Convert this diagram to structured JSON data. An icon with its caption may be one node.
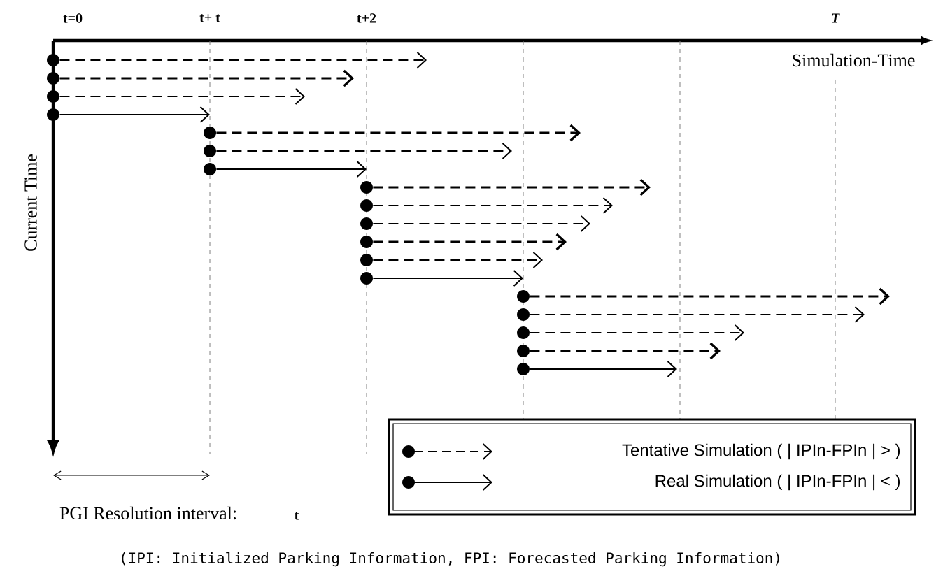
{
  "diagram": {
    "caption": "(IPI: Initialized Parking Information, FPI: Forecasted Parking Information)",
    "nodes": [
      {
        "text": [],
        "shape": "circle"
      },
      {
        "text": [],
        "shape": "circle"
      },
      {
        "text": [],
        "shape": "circle"
      },
      {
        "text": [],
        "shape": "circle"
      },
      {
        "text": [],
        "shape": "circle"
      },
      {
        "text": [],
        "shape": "circle"
      },
      {
        "text": [],
        "shape": "circle"
      },
      {
        "text": [],
        "shape": "circle"
      },
      {
        "text": [],
        "shape": "circle"
      },
      {
        "text": [],
        "shape": "circle"
      },
      {
        "text": [],
        "shape": "circle"
      },
      {
        "text": [],
        "shape": "circle"
      },
      {
        "text": [],
        "shape": "circle"
      },
      {
        "text": [],
        "shape": "circle"
      },
      {
        "text": [],
        "shape": "circle"
      },
      {
        "text": [],
        "shape": "circle"
      },
      {
        "text": [],
        "shape": "circle"
      },
      {
        "text": [],
        "shape": "circle"
      }
    ],
    "edges": [
      {
        "from": 0,
        "to": null,
        "arrow": "to",
        "style": "dashed"
      },
      {
        "from": 1,
        "to": null,
        "arrow": "to",
        "style": "dashed"
      },
      {
        "from": 2,
        "to": null,
        "arrow": "to",
        "style": "dashed"
      },
      {
        "from": 3,
        "to": 4,
        "arrow": "to"
      },
      {
        "from": 4,
        "to": null,
        "arrow": "to",
        "style": "dashed"
      },
      {
        "from": 5,
        "to": null,
        "arrow": "to",
        "style": "dashed"
      },
      {
        "from": 6,
        "to": 7,
        "arrow": "to"
      },
      {
        "from": 7,
        "to": null,
        "arrow": "to",
        "style": "dashed"
      },
      {
        "from": 8,
        "to": null,
        "arrow": "to",
        "style": "dashed"
      },
      {
        "from": 9,
        "to": null,
        "arrow": "to",
        "style": "dashed"
      },
      {
        "from": 10,
        "to": null,
        "arrow": "to",
        "style": "dashed"
      },
      {
        "from": 11,
        "to": null,
        "arrow": "to",
        "style": "dashed"
      },
      {
        "from": 12,
        "to": 13,
        "arrow": "to"
      },
      {
        "from": 13,
        "to": null,
        "arrow": "to",
        "style": "dashed"
      },
      {
        "from": 14,
        "to": null,
        "arrow": "to",
        "style": "dashed"
      },
      {
        "from": 15,
        "to": null,
        "arrow": "to",
        "style": "dashed"
      },
      {
        "from": 16,
        "to": null,
        "arrow": "to",
        "style": "dashed"
      },
      {
        "from": 17,
        "to": null,
        "arrow": "to"
      }
    ],
    "labels": [
      "t=0",
      "t+ t",
      "t+2",
      "T",
      "Simulation-Time",
      "Current Time",
      "PGI Resolution interval:",
      "t"
    ],
    "legend": [
      {
        "text": "Tentative Simulation ( | IPIn-FPIn | >   )"
      },
      {
        "text": "Real Simulation ( | IPIn-FPIn | <   )"
      }
    ]
  }
}
